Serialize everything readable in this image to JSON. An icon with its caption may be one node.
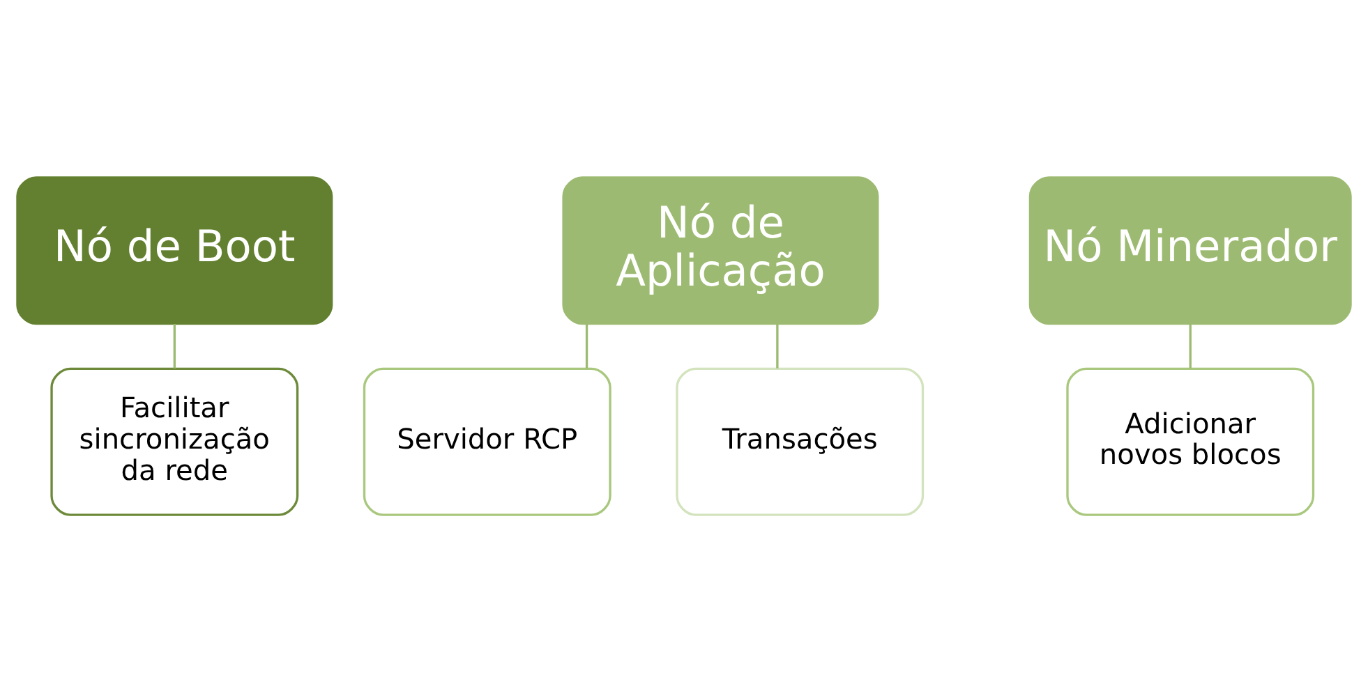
{
  "diagram": {
    "nodes": [
      {
        "text": [
          "Nó de Boot"
        ]
      },
      {
        "text": [
          "Facilitar sincronização da rede"
        ]
      },
      {
        "text": [
          "Nó de Aplicação"
        ]
      },
      {
        "text": [
          "Servidor RCP"
        ]
      },
      {
        "text": [
          "Transações"
        ]
      },
      {
        "text": [
          "Nó Minerador"
        ]
      },
      {
        "text": [
          "Adicionar novos blocos"
        ]
      }
    ],
    "edges": [
      {
        "from": 0,
        "to": 1,
        "arrow": "none"
      },
      {
        "from": 2,
        "to": 3,
        "arrow": "none"
      },
      {
        "from": 2,
        "to": 4,
        "arrow": "none"
      },
      {
        "from": 5,
        "to": 6,
        "arrow": "none"
      }
    ]
  }
}
